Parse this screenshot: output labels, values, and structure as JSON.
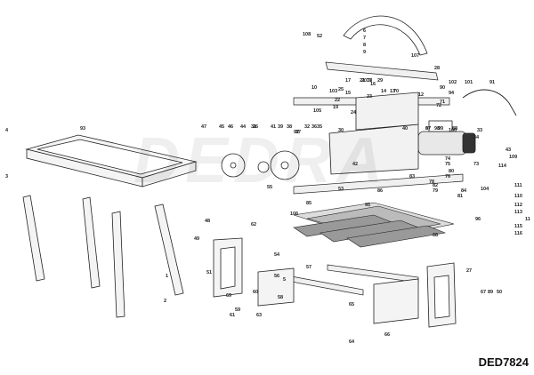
{
  "watermark": "DEDRA",
  "drawing_code": "DED7824",
  "callouts": [
    "1",
    "2",
    "3",
    "4",
    "5",
    "6",
    "7",
    "8",
    "9",
    "10",
    "11",
    "12",
    "13",
    "14",
    "15",
    "16",
    "17",
    "18",
    "19",
    "20",
    "21",
    "22",
    "23",
    "24",
    "25",
    "26",
    "27",
    "28",
    "29",
    "30",
    "31",
    "32",
    "33",
    "34",
    "35",
    "36",
    "37",
    "38",
    "39",
    "40",
    "41",
    "42",
    "43",
    "44",
    "45",
    "46",
    "47",
    "48",
    "49",
    "50",
    "51",
    "52",
    "53",
    "54",
    "55",
    "56",
    "57",
    "58",
    "59",
    "60",
    "61",
    "62",
    "63",
    "64",
    "65",
    "66",
    "67",
    "68",
    "69",
    "70",
    "71",
    "72",
    "73",
    "74",
    "75",
    "76",
    "77",
    "78",
    "79",
    "80",
    "81",
    "82",
    "83",
    "84",
    "85",
    "86",
    "87",
    "88",
    "89",
    "90",
    "91",
    "92",
    "93",
    "94",
    "95",
    "96",
    "97",
    "98",
    "99",
    "100",
    "101",
    "102",
    "103",
    "104",
    "105",
    "106",
    "107",
    "108",
    "109",
    "110",
    "111",
    "112",
    "113",
    "114",
    "115",
    "116"
  ]
}
